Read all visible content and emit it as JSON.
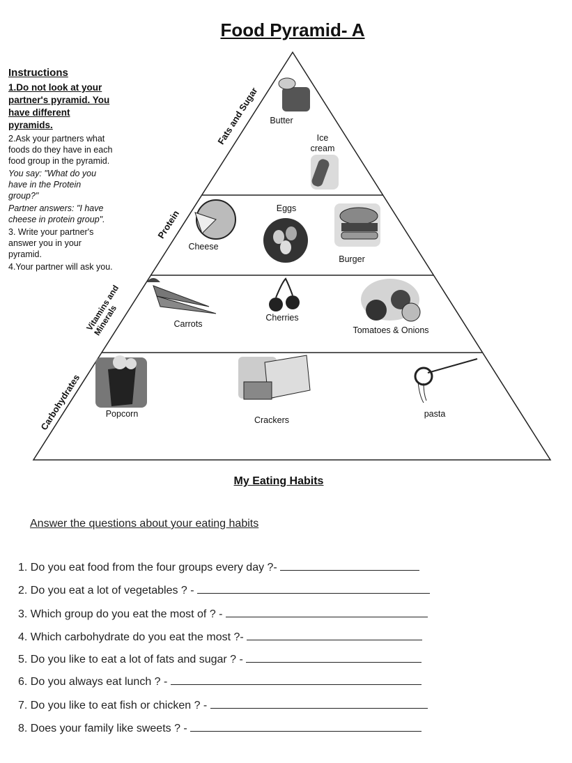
{
  "title": "Food Pyramid- A",
  "instructions": {
    "heading": "Instructions",
    "step1": "1.Do not look at your partner's pyramid. You have different pyramids.",
    "step2": "2.Ask your partners what foods do they have in each food group in the pyramid.",
    "you_say": "You say: \"What do you have in the Protein group?\"",
    "partner_answers": "Partner answers: \"I have cheese in protein group\".",
    "step3": "3. Write your partner's answer you in your pyramid.",
    "step4": "4.Your partner will ask you."
  },
  "pyramid": {
    "groups": [
      "Fats and Sugar",
      "Protein",
      "Vitamins and Minerals",
      "Carbohydrates"
    ],
    "foods": {
      "butter": "Butter",
      "ice_cream": "Ice cream",
      "cheese": "Cheese",
      "eggs": "Eggs",
      "burger": "Burger",
      "carrots": "Carrots",
      "cherries": "Cherries",
      "tomatoes_onions": "Tomatoes & Onions",
      "popcorn": "Popcorn",
      "crackers": "Crackers",
      "pasta": "pasta"
    }
  },
  "habits": {
    "heading": "My Eating Habits",
    "subheading": "Answer the questions about your eating habits",
    "questions": [
      "1. Do you eat food from the four groups every day ?-",
      "2. Do you eat a lot of vegetables ? -",
      "3. Which group do you eat the most of ? -",
      "4. Which carbohydrate do you eat the most ?-",
      "5. Do you like to eat a lot of fats and sugar ? -",
      "6. Do you always eat lunch ? -",
      "7. Do you like to eat fish or chicken ? -",
      "8. Does your family like sweets ? -"
    ]
  }
}
